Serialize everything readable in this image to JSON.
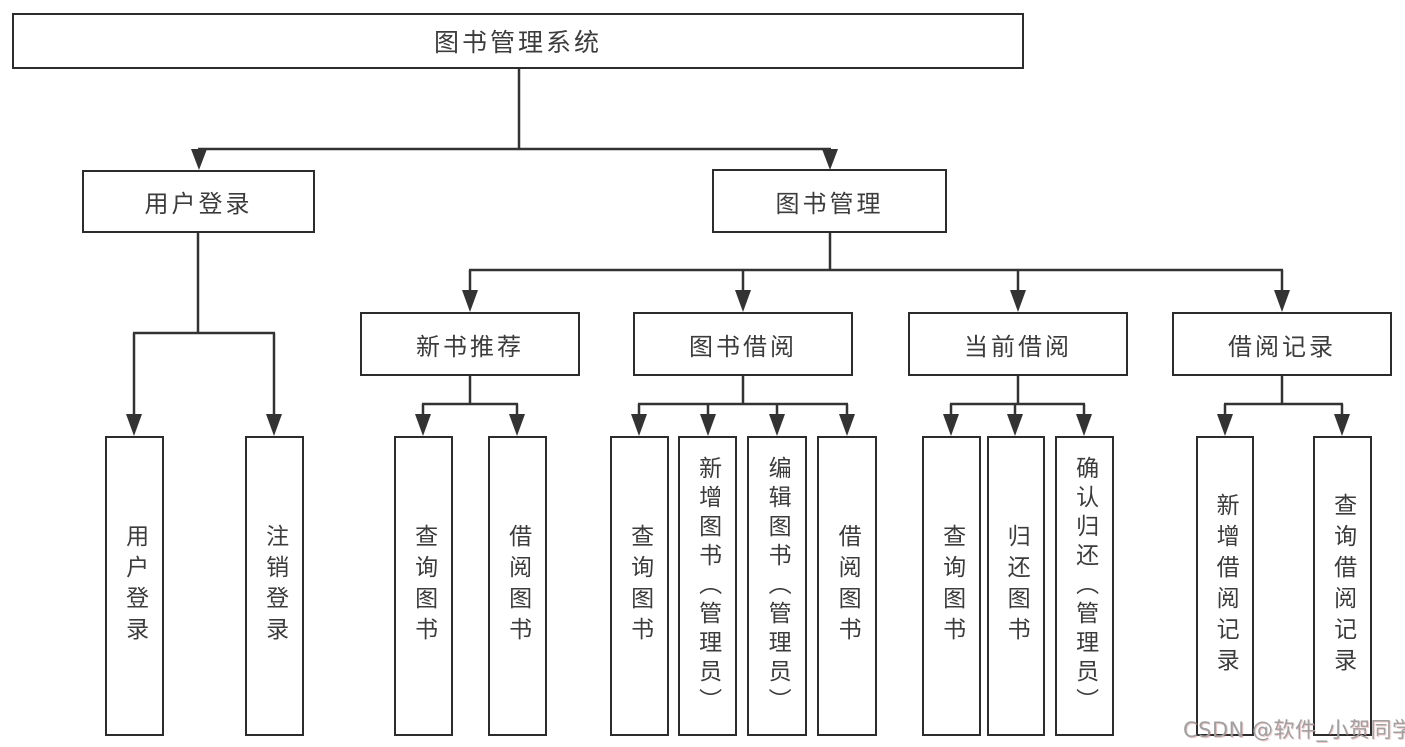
{
  "palette": {
    "background": "#ffffff",
    "connector_line": "#333333",
    "box_border": "#2c2c2c",
    "box_fill": "#ffffff",
    "label_text": "#3c3c3c",
    "watermark_text": "#a0a0a0"
  },
  "watermark": {
    "label": "CSDN @软件_小贺同学"
  },
  "nodes": {
    "root": {
      "label": "图书管理系统",
      "children": [
        "user_login",
        "book_management"
      ]
    },
    "user_login": {
      "label": "用户登录",
      "children": [
        "login_user",
        "login_logout"
      ]
    },
    "book_management": {
      "label": "图书管理",
      "children": [
        "new_book_rec",
        "book_borrow",
        "current_borrow",
        "borrow_records"
      ]
    },
    "new_book_rec": {
      "label": "新书推荐",
      "children": [
        "rec_query_book",
        "rec_borrow_book"
      ]
    },
    "book_borrow": {
      "label": "图书借阅",
      "children": [
        "bb_query_book",
        "bb_add_book",
        "bb_edit_book",
        "bb_borrow_book"
      ]
    },
    "current_borrow": {
      "label": "当前借阅",
      "children": [
        "cb_query_book",
        "cb_return_book",
        "cb_confirm_return"
      ]
    },
    "borrow_records": {
      "label": "借阅记录",
      "children": [
        "rec_add_record",
        "rec_query_record"
      ]
    },
    "login_user": {
      "label": "用户登录"
    },
    "login_logout": {
      "label": "注销登录"
    },
    "rec_query_book": {
      "label": "查询图书"
    },
    "rec_borrow_book": {
      "label": "借阅图书"
    },
    "bb_query_book": {
      "label": "查询图书"
    },
    "bb_add_book": {
      "label": "新增图书（管理员）"
    },
    "bb_edit_book": {
      "label": "编辑图书（管理员）"
    },
    "bb_borrow_book": {
      "label": "借阅图书"
    },
    "cb_query_book": {
      "label": "查询图书"
    },
    "cb_return_book": {
      "label": "归还图书"
    },
    "cb_confirm_return": {
      "label": "确认归还（管理员）"
    },
    "rec_add_record": {
      "label": "新增借阅记录"
    },
    "rec_query_record": {
      "label": "查询借阅记录"
    }
  }
}
